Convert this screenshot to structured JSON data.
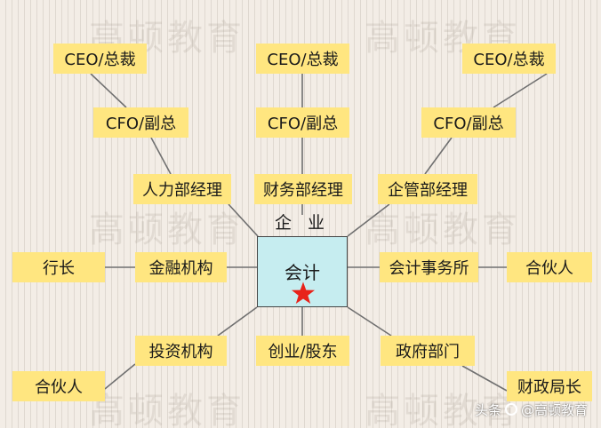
{
  "watermark": "高顿教育",
  "center": {
    "label": "会计",
    "top_label": "企 业",
    "star_color": "#e8231b"
  },
  "nodes": [
    {
      "id": "ceo-left",
      "label": "CEO/总裁"
    },
    {
      "id": "ceo-mid",
      "label": "CEO/总裁"
    },
    {
      "id": "ceo-right",
      "label": "CEO/总裁"
    },
    {
      "id": "cfo-left",
      "label": "CFO/副总"
    },
    {
      "id": "cfo-mid",
      "label": "CFO/副总"
    },
    {
      "id": "cfo-right",
      "label": "CFO/副总"
    },
    {
      "id": "hr-manager",
      "label": "人力部经理"
    },
    {
      "id": "finance-manager",
      "label": "财务部经理"
    },
    {
      "id": "enterprise-manager",
      "label": "企管部经理"
    },
    {
      "id": "bank-president",
      "label": "行长"
    },
    {
      "id": "financial-institution",
      "label": "金融机构"
    },
    {
      "id": "accounting-firm",
      "label": "会计事务所"
    },
    {
      "id": "partner-right",
      "label": "合伙人"
    },
    {
      "id": "investment-institution",
      "label": "投资机构"
    },
    {
      "id": "founder-shareholder",
      "label": "创业/股东"
    },
    {
      "id": "government-dept",
      "label": "政府部门"
    },
    {
      "id": "partner-left",
      "label": "合伙人"
    },
    {
      "id": "finance-bureau-chief",
      "label": "财政局长"
    }
  ],
  "attribution": {
    "label": "头条",
    "handle": "@高顿教育"
  }
}
